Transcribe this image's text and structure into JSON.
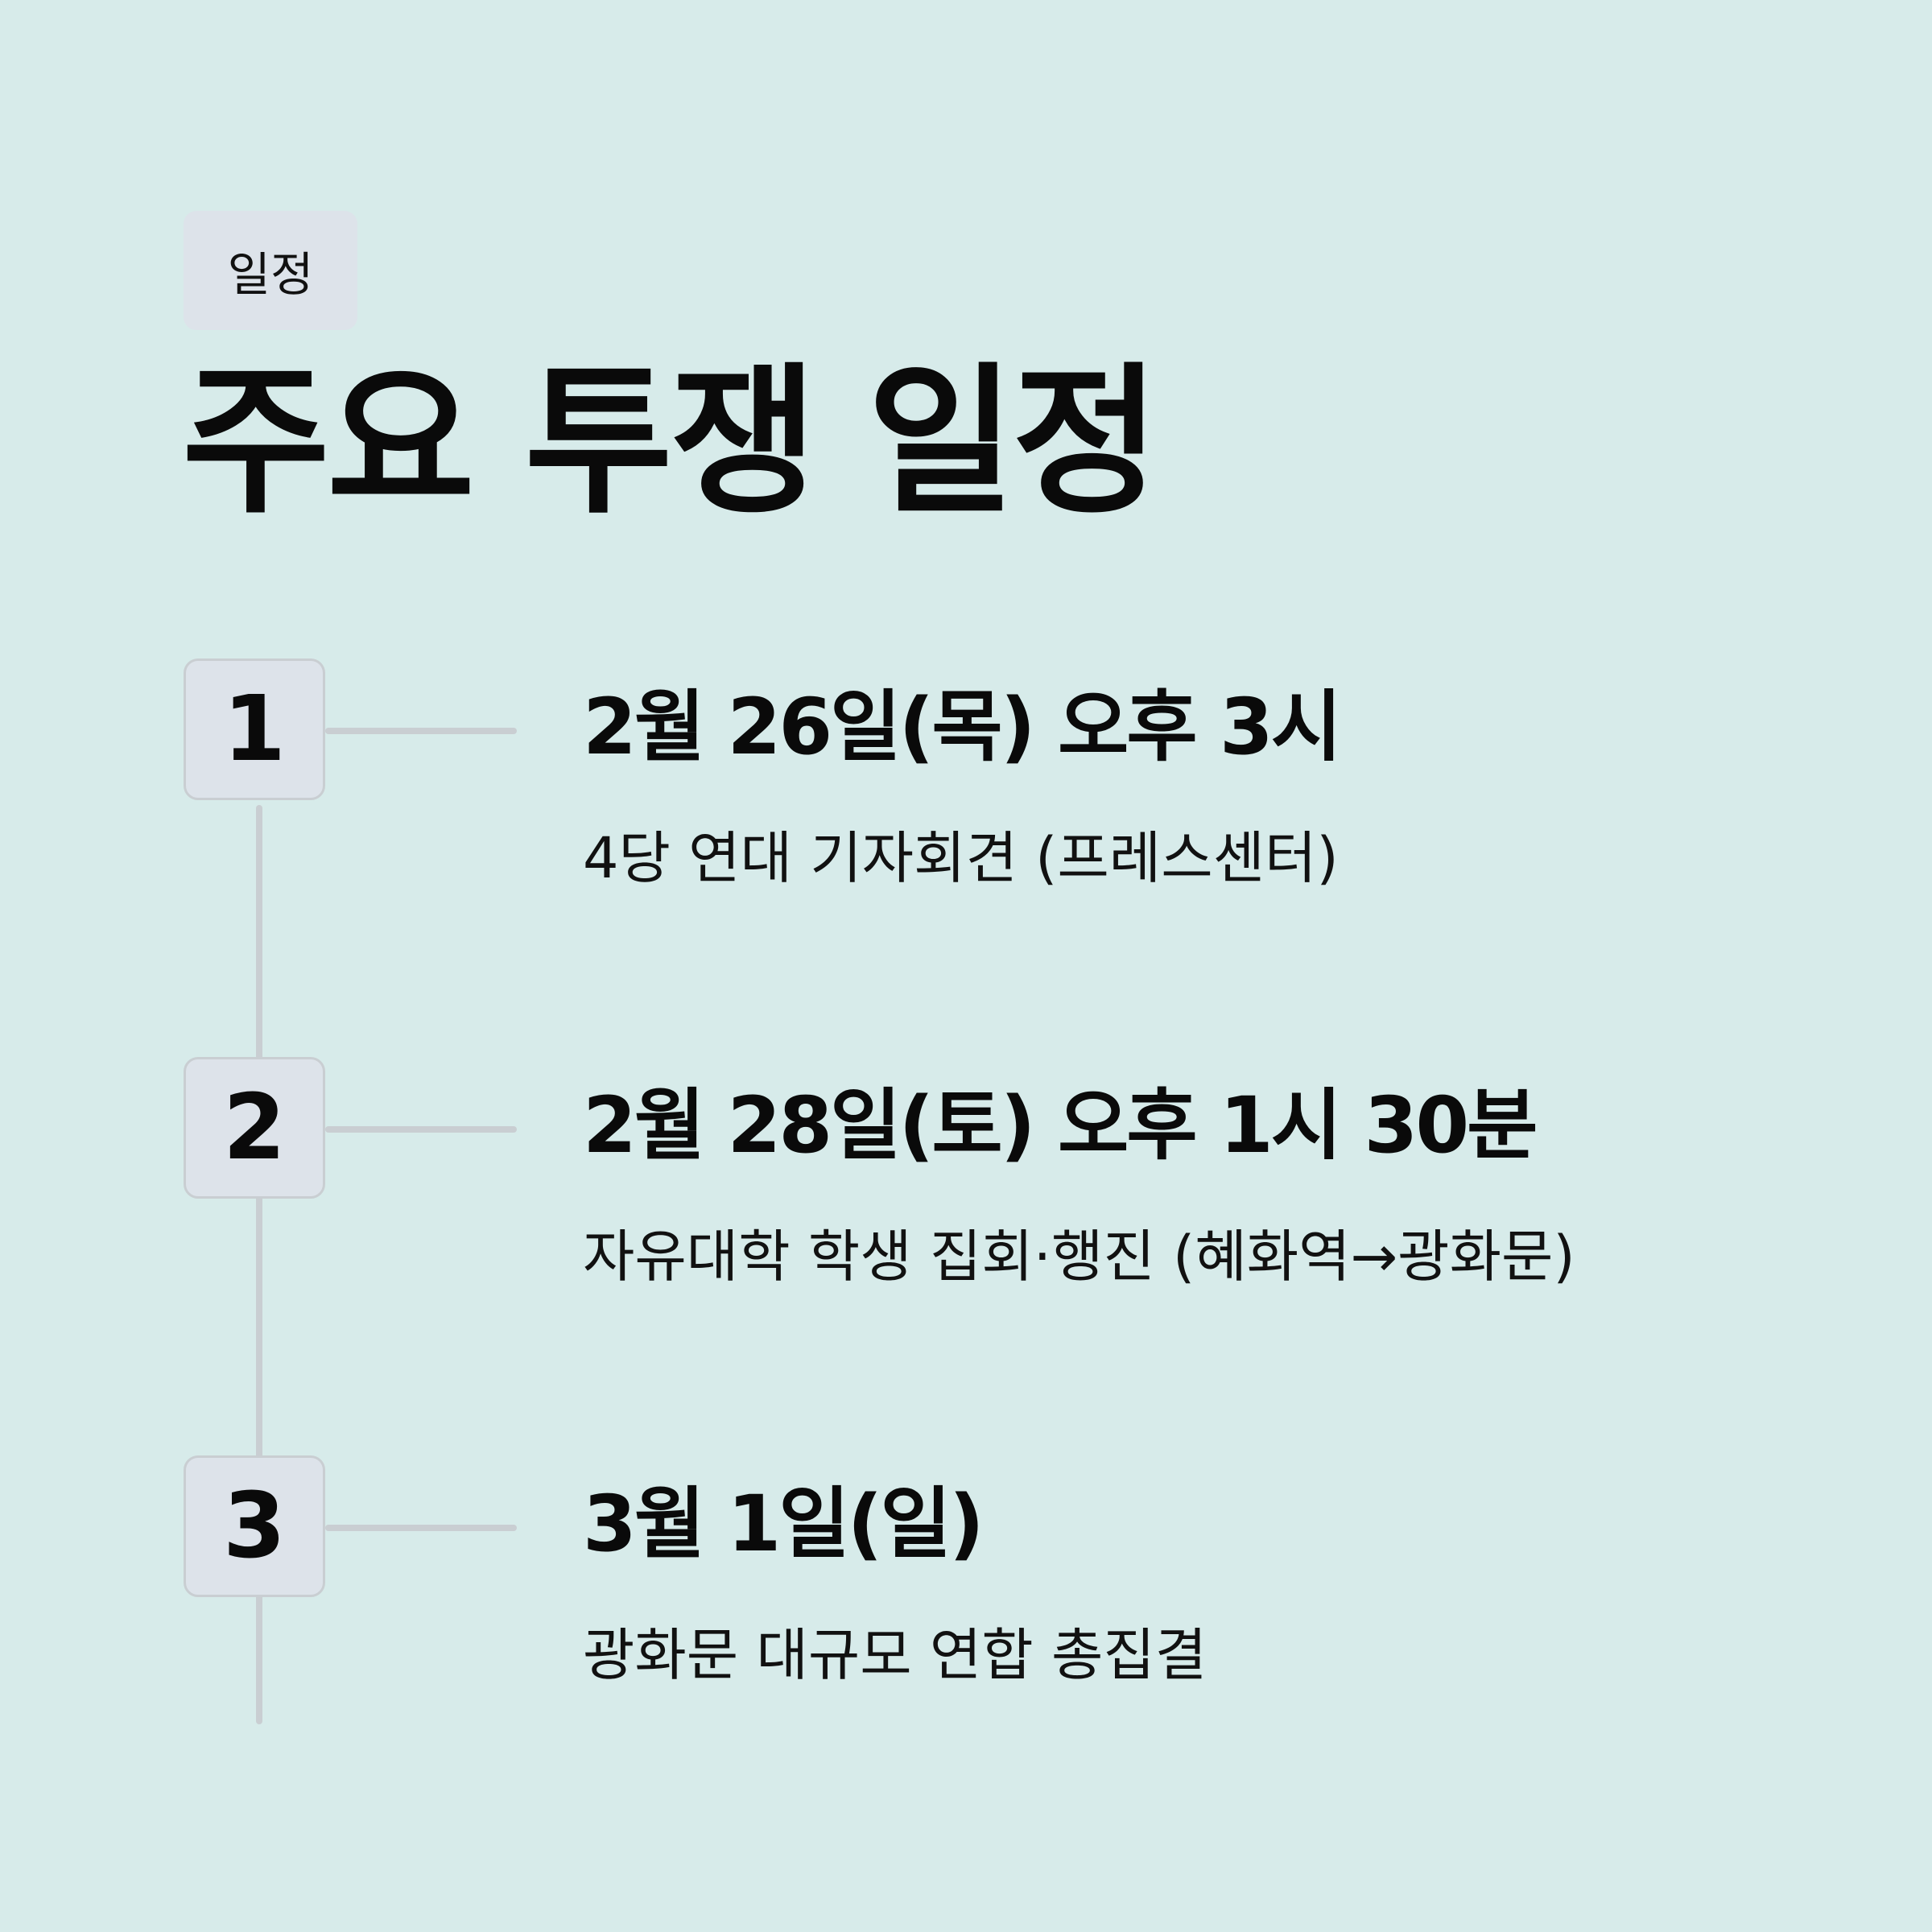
{
  "badge": "일정",
  "title": "주요 투쟁 일정",
  "steps": [
    {
      "number": "1",
      "date": "2월 26일(목) 오후 3시",
      "description": "4당 연대 기자회견 (프레스센터)"
    },
    {
      "number": "2",
      "date": "2월 28일(토) 오후 1시 30분",
      "description": "자유대학 학생 집회·행진 (혜화역→광화문)"
    },
    {
      "number": "3",
      "date": "3월 1일(일)",
      "description": "광화문 대규모 연합 총집결"
    }
  ],
  "colors": {
    "background": "#d7ebea",
    "box": "#dde3ea",
    "line": "#c9ced2",
    "text": "#0a0a0a"
  }
}
